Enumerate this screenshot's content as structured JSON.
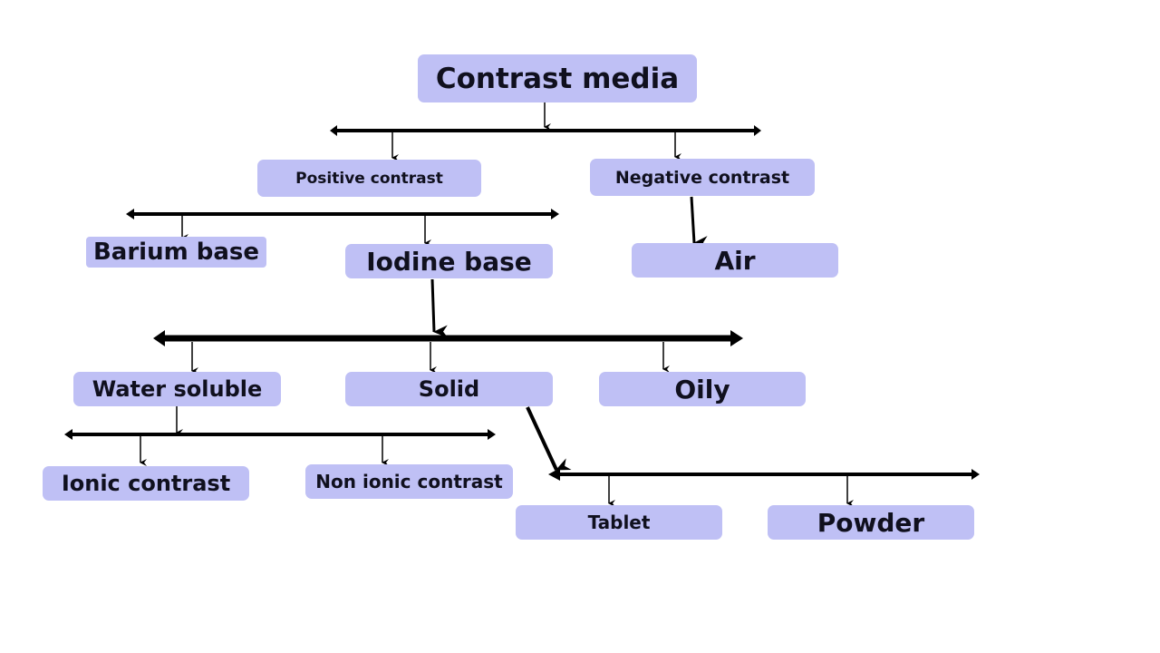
{
  "title": "Contrast media",
  "colors": {
    "node_fill": "#bfc0f5",
    "text": "#10101e",
    "line": "#000000"
  },
  "nodes": {
    "root": "Contrast media",
    "positive": "Positive contrast",
    "negative": "Negative contrast",
    "barium": "Barium base",
    "iodine": "Iodine base",
    "air": "Air",
    "water_soluble": "Water soluble",
    "solid": "Solid",
    "oily": "Oily",
    "ionic": "Ionic contrast",
    "non_ionic": "Non ionic contrast",
    "tablet": "Tablet",
    "powder": "Powder"
  },
  "edges": [
    {
      "from": "Contrast media",
      "to": [
        "Positive contrast",
        "Negative contrast"
      ]
    },
    {
      "from": "Positive contrast",
      "to": [
        "Barium base",
        "Iodine base"
      ]
    },
    {
      "from": "Negative contrast",
      "to": [
        "Air"
      ]
    },
    {
      "from": "Iodine base",
      "to": [
        "Water soluble",
        "Solid",
        "Oily"
      ]
    },
    {
      "from": "Water soluble",
      "to": [
        "Ionic contrast",
        "Non ionic contrast"
      ]
    },
    {
      "from": "Solid",
      "to": [
        "Tablet",
        "Powder"
      ]
    }
  ]
}
